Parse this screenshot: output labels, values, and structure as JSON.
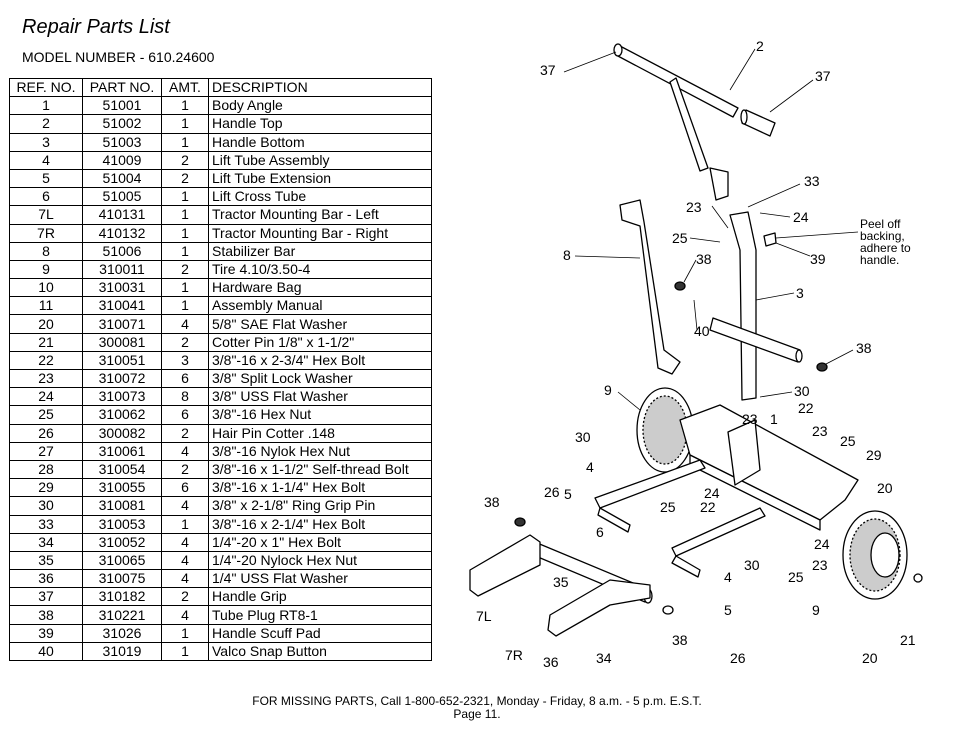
{
  "header": {
    "title": "Repair Parts List",
    "model_number": "MODEL NUMBER - 610.24600"
  },
  "table": {
    "headers": [
      "REF. NO.",
      "PART NO.",
      "AMT.",
      "DESCRIPTION"
    ],
    "rows": [
      [
        "1",
        "51001",
        "1",
        "Body Angle"
      ],
      [
        "2",
        "51002",
        "1",
        "Handle Top"
      ],
      [
        "3",
        "51003",
        "1",
        "Handle Bottom"
      ],
      [
        "4",
        "41009",
        "2",
        "Lift Tube Assembly"
      ],
      [
        "5",
        "51004",
        "2",
        "Lift Tube Extension"
      ],
      [
        "6",
        "51005",
        "1",
        "Lift Cross Tube"
      ],
      [
        "7L",
        "410131",
        "1",
        "Tractor Mounting Bar - Left"
      ],
      [
        "7R",
        "410132",
        "1",
        "Tractor Mounting Bar - Right"
      ],
      [
        "8",
        "51006",
        "1",
        "Stabilizer Bar"
      ],
      [
        "9",
        "310011",
        "2",
        "Tire 4.10/3.50-4"
      ],
      [
        "10",
        "310031",
        "1",
        "Hardware Bag"
      ],
      [
        "11",
        "310041",
        "1",
        "Assembly Manual"
      ],
      [
        "20",
        "310071",
        "4",
        "5/8\" SAE Flat Washer"
      ],
      [
        "21",
        "300081",
        "2",
        "Cotter Pin 1/8\" x 1-1/2\""
      ],
      [
        "22",
        "310051",
        "3",
        "3/8\"-16 x 2-3/4\" Hex Bolt"
      ],
      [
        "23",
        "310072",
        "6",
        "3/8\" Split Lock Washer"
      ],
      [
        "24",
        "310073",
        "8",
        "3/8\" USS Flat Washer"
      ],
      [
        "25",
        "310062",
        "6",
        "3/8\"-16 Hex Nut"
      ],
      [
        "26",
        "300082",
        "2",
        "Hair Pin Cotter .148"
      ],
      [
        "27",
        "310061",
        "4",
        "3/8\"-16 Nylok Hex Nut"
      ],
      [
        "28",
        "310054",
        "2",
        "3/8\"-16 x 1-1/2\" Self-thread Bolt"
      ],
      [
        "29",
        "310055",
        "6",
        "3/8\"-16 x 1-1/4\" Hex Bolt"
      ],
      [
        "30",
        "310081",
        "4",
        "3/8\" x 2-1/8\" Ring Grip Pin"
      ],
      [
        "33",
        "310053",
        "1",
        "3/8\"-16 x 2-1/4\" Hex Bolt"
      ],
      [
        "34",
        "310052",
        "4",
        "1/4\"-20 x 1\" Hex Bolt"
      ],
      [
        "35",
        "310065",
        "4",
        "1/4\"-20 Nylock Hex Nut"
      ],
      [
        "36",
        "310075",
        "4",
        "1/4\" USS Flat Washer"
      ],
      [
        "37",
        "310182",
        "2",
        "Handle Grip"
      ],
      [
        "38",
        "310221",
        "4",
        "Tube Plug RT8-1"
      ],
      [
        "39",
        "31026",
        "1",
        "Handle Scuff Pad"
      ],
      [
        "40",
        "31019",
        "1",
        "Valco Snap Button"
      ]
    ]
  },
  "diagram": {
    "labels": [
      "37",
      "2",
      "37",
      "33",
      "23",
      "24",
      "25",
      "8",
      "38",
      "39",
      "3",
      "40",
      "38",
      "9",
      "30",
      "22",
      "23",
      "1",
      "23",
      "25",
      "29",
      "30",
      "4",
      "26",
      "5",
      "24",
      "25",
      "22",
      "38",
      "6",
      "20",
      "24",
      "30",
      "25",
      "23",
      "35",
      "4",
      "5",
      "9",
      "7L",
      "38",
      "21",
      "7R",
      "36",
      "34",
      "26",
      "20"
    ],
    "note": [
      "Peel off",
      "backing,",
      "adhere to",
      "handle."
    ]
  },
  "footer": {
    "line1": "FOR MISSING PARTS, Call 1-800-652-2321, Monday - Friday, 8 a.m. - 5 p.m. E.S.T.",
    "line2": "Page 11."
  }
}
